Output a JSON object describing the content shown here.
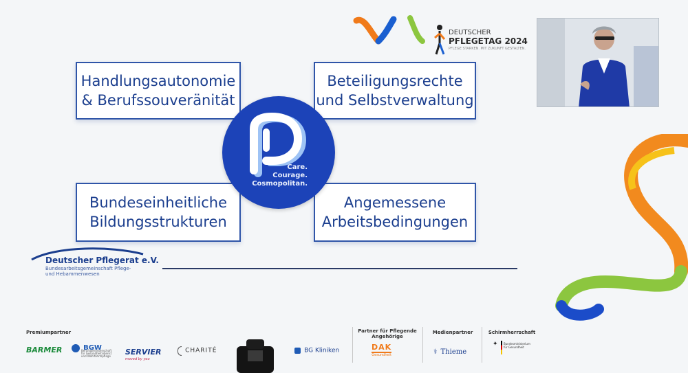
{
  "event": {
    "name_line1": "DEUTSCHER",
    "name_line2": "PFLEGETAG 2024",
    "tagline": "PFLEGE STARKEN. MIT ZUKUNFT GESTALTEN."
  },
  "slide": {
    "boxes": [
      {
        "lines": [
          "Handlungsautonomie",
          "& Berufssouveränität"
        ]
      },
      {
        "lines": [
          "Beteiligungsrechte",
          "und Selbstverwaltung"
        ]
      },
      {
        "lines": [
          "Bundeseinheitliche",
          "Bildungsstrukturen"
        ]
      },
      {
        "lines": [
          "Angemessene",
          "Arbeitsbedingungen"
        ]
      }
    ],
    "center_claim": [
      "Care.",
      "Courage.",
      "Cosmopolitan."
    ]
  },
  "org": {
    "name": "Deutscher Pflegerat e.V.",
    "subtitle_line1": "Bundesarbeitsgemeinschaft Pflege-",
    "subtitle_line2": "und Hebammenwesen"
  },
  "sponsors": {
    "premium_label": "Premiumpartner",
    "premium": [
      "BARMER",
      "BGW",
      "SERVIER",
      "CHARITÉ",
      "BG Kliniken"
    ],
    "bgw_sub1": "Berufsgenossenschaft",
    "bgw_sub2": "für Gesundheitsdienst",
    "bgw_sub3": "und Wohlfahrtspflege",
    "servier_sub": "moved by you",
    "angehoerige_label_1": "Partner für Pflegende",
    "angehoerige_label_2": "Angehörige",
    "dak_name": "DAK",
    "dak_sub": "Gesundheit",
    "medien_label": "Medienpartner",
    "thieme": "Thieme",
    "schirm_label": "Schirmherrschaft",
    "bmg_line1": "Bundesministerium",
    "bmg_line2": "für Gesundheit"
  },
  "colors": {
    "brand_blue": "#1c43b8",
    "box_border": "#2f55a8",
    "text_blue": "#1b3e8e"
  }
}
